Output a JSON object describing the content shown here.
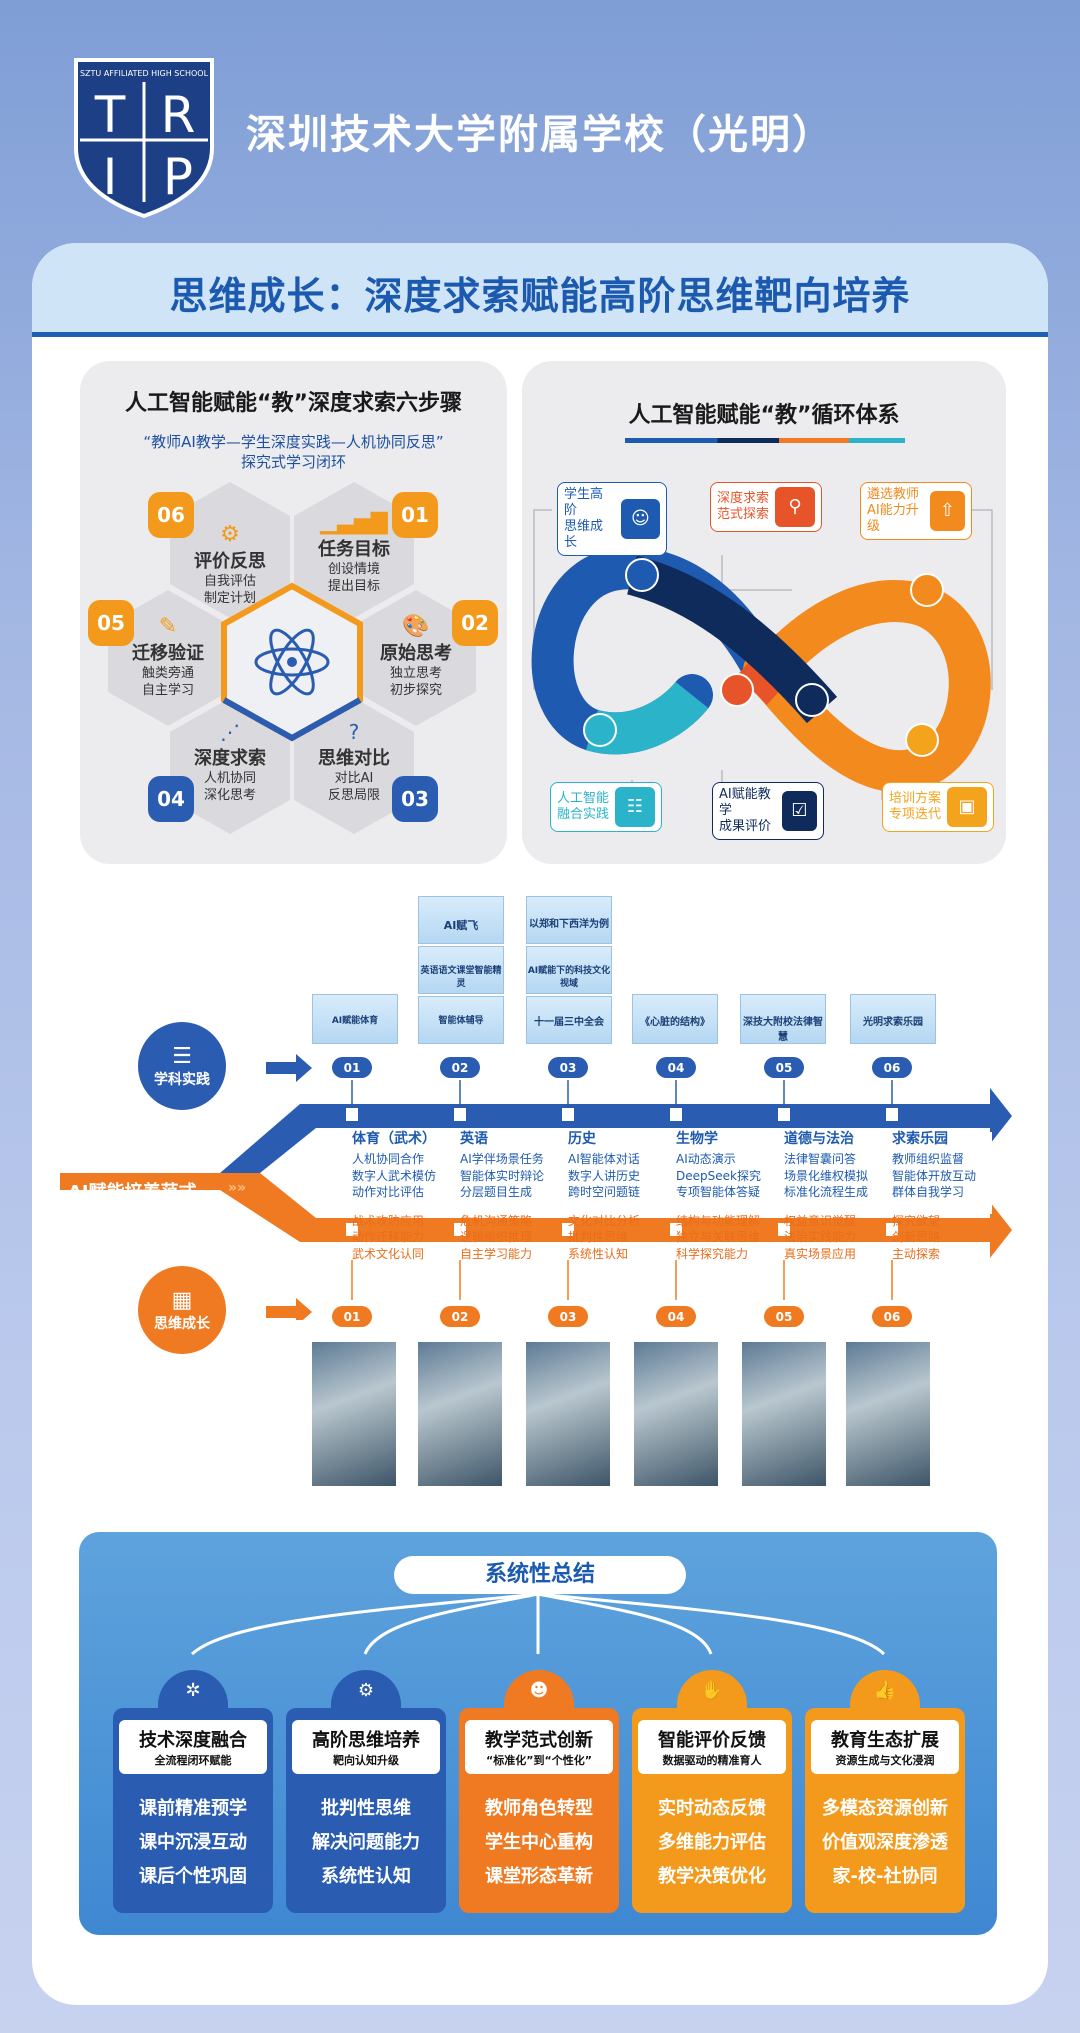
{
  "header": {
    "logo_letters": [
      "T",
      "R",
      "I",
      "P"
    ],
    "logo_arc_text": "SZTU AFFILIATED HIGH SCHOOL",
    "school_name": "深圳技术大学附属学校（光明）"
  },
  "card": {
    "title": "思维成长：深度求索赋能高阶思维靶向培养"
  },
  "six_steps": {
    "title": "人工智能赋能“教”深度求索六步骤",
    "subtitle_line1": "“教师AI教学—学生深度实践—人机协同反思”",
    "subtitle_line2": "探究式学习闭环",
    "steps": [
      {
        "num": "01",
        "title": "任务目标",
        "sub1": "创设情境",
        "sub2": "提出目标",
        "icon": "bar-chart-icon"
      },
      {
        "num": "02",
        "title": "原始思考",
        "sub1": "独立思考",
        "sub2": "初步探究",
        "icon": "palette-icon"
      },
      {
        "num": "03",
        "title": "思维对比",
        "sub1": "对比AI",
        "sub2": "反思局限",
        "icon": "question-icon"
      },
      {
        "num": "04",
        "title": "深度求索",
        "sub1": "人机协同",
        "sub2": "深化思考",
        "icon": "network-icon"
      },
      {
        "num": "05",
        "title": "迁移验证",
        "sub1": "触类旁通",
        "sub2": "自主学习",
        "icon": "ruler-pencil-icon"
      },
      {
        "num": "06",
        "title": "评价反思",
        "sub1": "自我评估",
        "sub2": "制定计划",
        "icon": "gear-icon"
      }
    ],
    "colors": {
      "orange": "#f39a1c",
      "blue": "#2a5db1"
    }
  },
  "cycle": {
    "title": "人工智能赋能“教”循环体系",
    "tags": [
      {
        "line1": "学生高阶",
        "line2": "思维成长",
        "color": "#1e5bb0"
      },
      {
        "line1": "深度求索",
        "line2": "范式探索",
        "color": "#e8542a"
      },
      {
        "line1": "遴选教师",
        "line2": "AI能力升级",
        "color": "#f28a1e"
      },
      {
        "line1": "人工智能",
        "line2": "融合实践",
        "color": "#2bb3c9"
      },
      {
        "line1": "AI赋能教学",
        "line2": "成果评价",
        "color": "#0f2b5c"
      },
      {
        "line1": "培训方案",
        "line2": "专项迭代",
        "color": "#f4a31c"
      }
    ]
  },
  "practice": {
    "top_label": "学科实践",
    "bottom_label": "思维成长",
    "main_label": "AI赋能培养范式",
    "numbers": [
      "01",
      "02",
      "03",
      "04",
      "05",
      "06"
    ],
    "doc_titles": [
      [
        "AI赋能体育"
      ],
      [
        "AI赋飞",
        "英语语文课堂智能精灵",
        "智能体辅导"
      ],
      [
        "以郑和下西洋为例",
        "AI赋能下的科技文化视域",
        "十一届三中全会"
      ],
      [
        "《心脏的结构》"
      ],
      [
        "深技大附校法律智慧"
      ],
      [
        "光明求索乐园"
      ]
    ],
    "subjects": [
      {
        "name": "体育（武术）",
        "items": [
          "人机协同合作",
          "数字人武术模仿",
          "动作对比评估"
        ],
        "skills": [
          "战术攻防应用",
          "动作迁移能力",
          "武术文化认同"
        ]
      },
      {
        "name": "英语",
        "items": [
          "AI学伴场景任务",
          "智能体实时辩论",
          "分层题目生成"
        ],
        "skills": [
          "危机沟通策略",
          "逻辑组织推理",
          "自主学习能力"
        ]
      },
      {
        "name": "历史",
        "items": [
          "AI智能体对话",
          "数字人讲历史",
          "跨时空问题链"
        ],
        "skills": [
          "文化对比分析",
          "批判性思维",
          "系统性认知"
        ]
      },
      {
        "name": "生物学",
        "items": [
          "AI动态演示",
          "DeepSeek探究",
          "专项智能体答疑"
        ],
        "skills": [
          "结构与功能理解",
          "独立与关联思维",
          "科学探究能力"
        ]
      },
      {
        "name": "道德与法治",
        "items": [
          "法律智囊问答",
          "场景化维权模拟",
          "标准化流程生成"
        ],
        "skills": [
          "权益意识觉醒",
          "法治实践能力",
          "真实场景应用"
        ]
      },
      {
        "name": "求索乐园",
        "items": [
          "教师组织监督",
          "智能体开放互动",
          "群体自我学习"
        ],
        "skills": [
          "探究欲望",
          "创新思路",
          "主动探索"
        ]
      }
    ]
  },
  "summary": {
    "title": "系统性总结",
    "columns": [
      {
        "title": "技术深度融合",
        "sub": "全流程闭环赋能",
        "lines": [
          "课前精准预学",
          "课中沉浸互动",
          "课后个性巩固"
        ],
        "color": "#2a5db1",
        "icon": "snowflake-icon"
      },
      {
        "title": "高阶思维培养",
        "sub": "靶向认知升级",
        "lines": [
          "批判性思维",
          "解决问题能力",
          "系统性认知"
        ],
        "color": "#2a5db1",
        "icon": "brain-gear-icon"
      },
      {
        "title": "教学范式创新",
        "sub": "“标准化”到“个性化”",
        "lines": [
          "教师角色转型",
          "学生中心重构",
          "课堂形态革新"
        ],
        "color": "#f07a22",
        "icon": "people-icon"
      },
      {
        "title": "智能评价反馈",
        "sub": "数据驱动的精准育人",
        "lines": [
          "实时动态反馈",
          "多维能力评估",
          "教学决策优化"
        ],
        "color": "#f39a1c",
        "icon": "handshake-icon"
      },
      {
        "title": "教育生态扩展",
        "sub": "资源生成与文化浸润",
        "lines": [
          "多模态资源创新",
          "价值观深度渗透",
          "家-校-社协同"
        ],
        "color": "#f39a1c",
        "icon": "thumbs-up-icon"
      }
    ]
  }
}
